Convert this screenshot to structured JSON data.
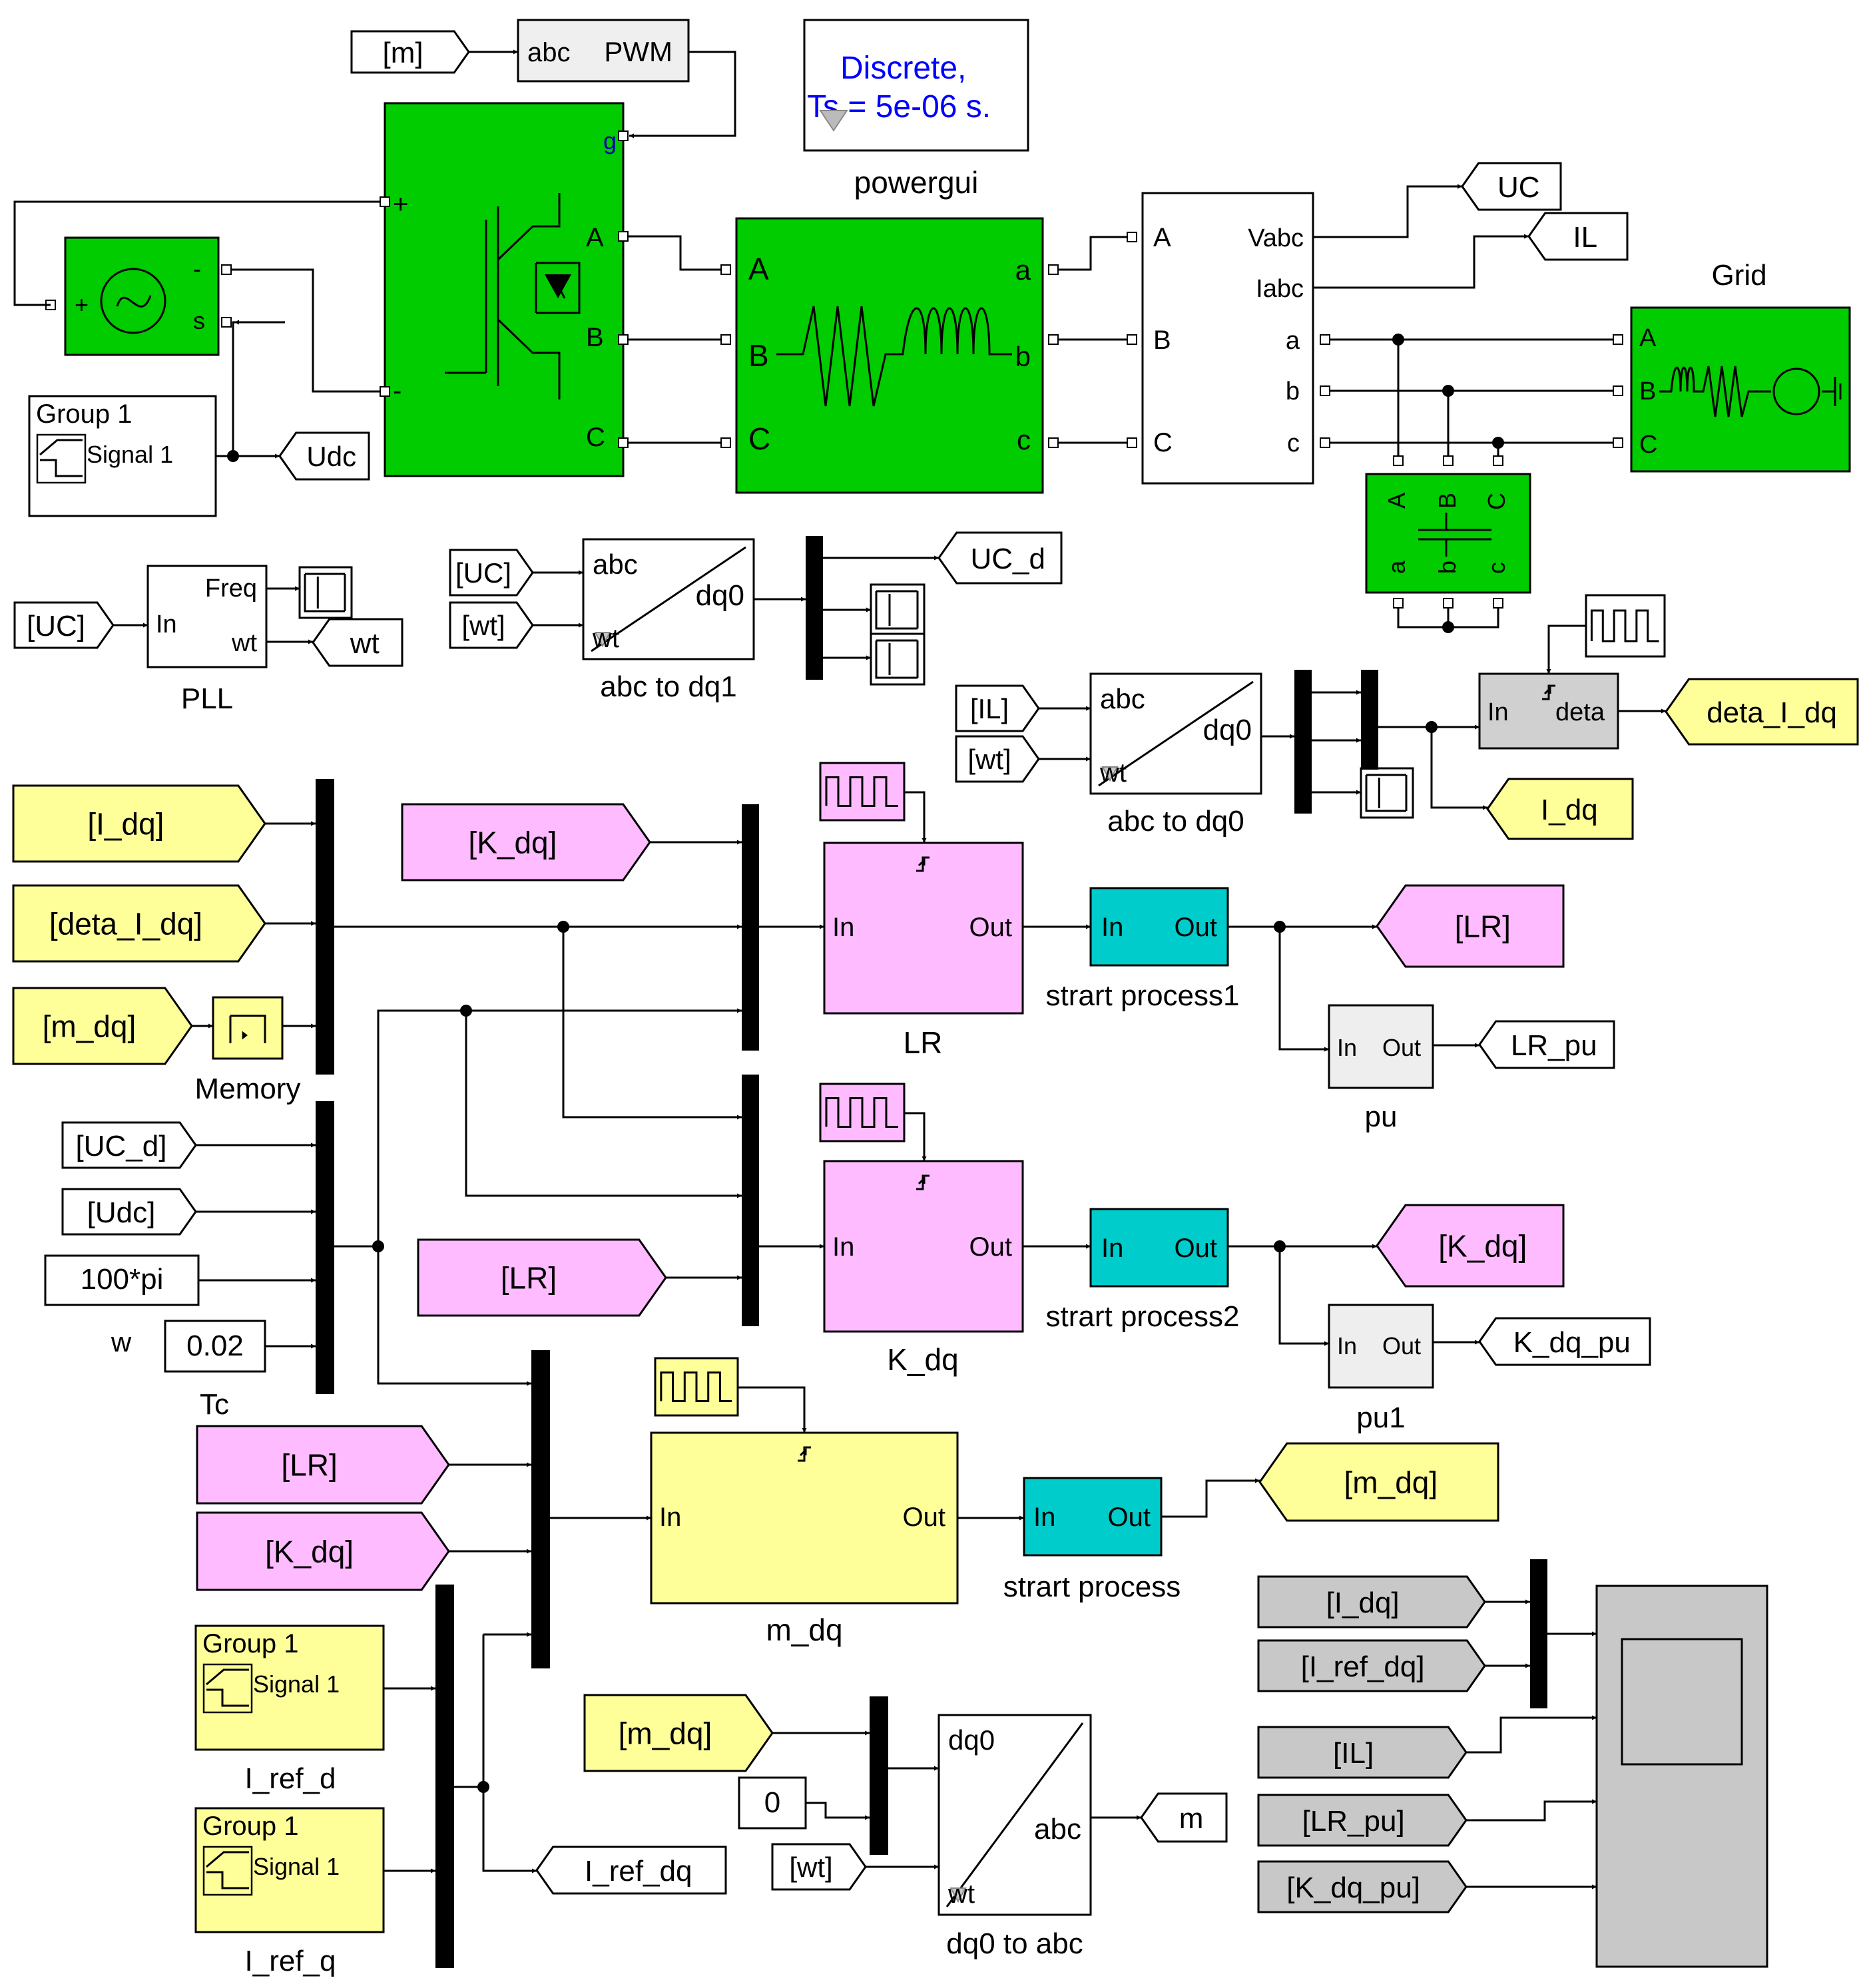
{
  "colors": {
    "power_green": "#00cc00",
    "yellow": "#ffff99",
    "pink": "#ffbbff",
    "cyan": "#00cccc",
    "gray": "#c8c8c8",
    "powergui_blue": "#0000ff",
    "bus_black": "#000000"
  },
  "blocks": {
    "powergui": {
      "line1": "Discrete,",
      "line2": "Ts = 5e-06 s.",
      "label": "powergui"
    },
    "pwm": {
      "in": "abc",
      "out": "PWM"
    },
    "inverter": {
      "g": "g",
      "plus": "+",
      "minus": "-",
      "A": "A",
      "B": "B",
      "C": "C"
    },
    "dc_source": {
      "plus": "+",
      "minus": "-",
      "s": "s"
    },
    "udc_signal": {
      "group": "Group 1",
      "signal": "Signal 1"
    },
    "filter": {
      "A": "A",
      "B": "B",
      "C": "C",
      "a": "a",
      "b": "b",
      "c": "c"
    },
    "measurement": {
      "A": "A",
      "B": "B",
      "C": "C",
      "vabc": "Vabc",
      "iabc": "Iabc",
      "a": "a",
      "b": "b",
      "c": "c"
    },
    "grid": {
      "label": "Grid",
      "A": "A",
      "B": "B",
      "C": "C"
    },
    "cap": {
      "A": "A",
      "B": "B",
      "C": "C",
      "a": "a",
      "b": "b",
      "c": "c"
    },
    "pll": {
      "in": "In",
      "freq": "Freq",
      "wt": "wt",
      "label": "PLL"
    },
    "abc_dq1": {
      "abc": "abc",
      "wt": "wt",
      "dq0": "dq0",
      "label": "abc to dq1"
    },
    "abc_dq0": {
      "abc": "abc",
      "wt": "wt",
      "dq0": "dq0",
      "label": "abc to dq0"
    },
    "deta": {
      "in": "In",
      "deta": "deta"
    },
    "memory": {
      "label": "Memory"
    },
    "const_w": {
      "value": "100*pi",
      "label": "w"
    },
    "const_tc": {
      "value": "0.02",
      "label": "Tc"
    },
    "lr": {
      "in": "In",
      "out": "Out",
      "label": "LR"
    },
    "kdq": {
      "in": "In",
      "out": "Out",
      "label": "K_dq"
    },
    "mdq": {
      "in": "In",
      "out": "Out",
      "label": "m_dq"
    },
    "sp1": {
      "in": "In",
      "out": "Out",
      "label": "strart process1"
    },
    "sp2": {
      "in": "In",
      "out": "Out",
      "label": "strart process2"
    },
    "sp": {
      "in": "In",
      "out": "Out",
      "label": "strart process"
    },
    "pu": {
      "in": "In",
      "out": "Out",
      "label": "pu"
    },
    "pu1": {
      "in": "In",
      "out": "Out",
      "label": "pu1"
    },
    "iref_d": {
      "group": "Group 1",
      "signal": "Signal 1",
      "label": "I_ref_d"
    },
    "iref_q": {
      "group": "Group 1",
      "signal": "Signal 1",
      "label": "I_ref_q"
    },
    "zero": {
      "value": "0"
    },
    "dq0_abc": {
      "dq0": "dq0",
      "wt": "wt",
      "abc": "abc",
      "label": "dq0 to abc"
    }
  },
  "tags": {
    "from_m": "[m]",
    "goto_uc": "UC",
    "goto_il": "IL",
    "goto_udc": "Udc",
    "from_uc_pll": "[UC]",
    "goto_wt": "wt",
    "from_uc_dq1": "[UC]",
    "from_wt_dq1": "[wt]",
    "goto_uc_d": "UC_d",
    "from_il": "[IL]",
    "from_wt_dq0": "[wt]",
    "goto_deta": "deta_I_dq",
    "goto_idq": "I_dq",
    "from_idq": "[I_dq]",
    "from_deta": "[deta_I_dq]",
    "from_mdq_mem": "[m_dq]",
    "from_kdq_lr": "[K_dq]",
    "goto_lr": "[LR]",
    "goto_lr_pu": "LR_pu",
    "from_uc_d": "[UC_d]",
    "from_udc": "[Udc]",
    "from_lr_kdq": "[LR]",
    "goto_kdq": "[K_dq]",
    "goto_kdq_pu": "K_dq_pu",
    "from_lr_mdq": "[LR]",
    "from_kdq_mdq": "[K_dq]",
    "goto_mdq": "[m_dq]",
    "goto_iref": "I_ref_dq",
    "from_mdq_dq0": "[m_dq]",
    "from_wt_abc": "[wt]",
    "goto_m": "m",
    "sc_idq": "[I_dq]",
    "sc_iref": "[I_ref_dq]",
    "sc_il": "[IL]",
    "sc_lrpu": "[LR_pu]",
    "sc_kdqpu": "[K_dq_pu]"
  }
}
